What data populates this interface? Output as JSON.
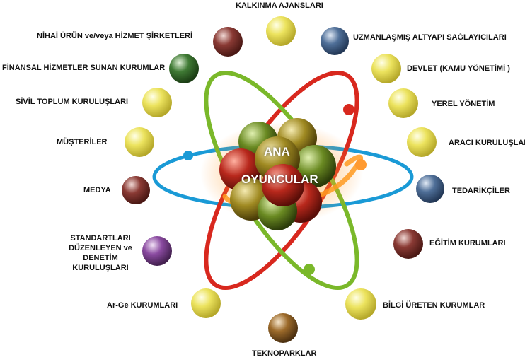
{
  "center": {
    "line1": "ANA",
    "line2": "OYUNCULAR"
  },
  "actors": [
    {
      "id": "kalkinma",
      "label": "KALKINMA AJANSLARI",
      "color": "#e8df5a"
    },
    {
      "id": "uzmanlasmis",
      "label": "UZMANLAŞMIŞ ALTYAPI SAĞLAYICILARI",
      "color": "#4a6a94"
    },
    {
      "id": "devlet",
      "label": "DEVLET  (KAMU YÖNETİMİ )",
      "color": "#e8df5a"
    },
    {
      "id": "yerel",
      "label": "YEREL YÖNETİM",
      "color": "#e8df5a"
    },
    {
      "id": "araci",
      "label": "ARACI KURULUŞLAR",
      "color": "#e8df5a"
    },
    {
      "id": "tedarikci",
      "label": "TEDARİKÇİLER",
      "color": "#4a6a94"
    },
    {
      "id": "egitim",
      "label": "EĞİTİM KURUMLARI",
      "color": "#8a3a34"
    },
    {
      "id": "bilgi",
      "label": "BİLGİ ÜRETEN KURUMLAR",
      "color": "#e8df5a"
    },
    {
      "id": "teknopark",
      "label": "TEKNOPARKLAR",
      "color": "#9c6a2a"
    },
    {
      "id": "arge",
      "label": "Ar-Ge KURUMLARI",
      "color": "#e8df5a"
    },
    {
      "id": "standart",
      "label": "STANDARTLARI DÜZENLEYEN ve DENETİM KURULUŞLARI",
      "color": "#8a4aa0"
    },
    {
      "id": "medya",
      "label": "MEDYA",
      "color": "#8a3a34"
    },
    {
      "id": "musteri",
      "label": "MÜŞTERİLER",
      "color": "#e8df5a"
    },
    {
      "id": "sivil",
      "label": "SİVİL TOPLUM KURULUŞLARI",
      "color": "#e8df5a"
    },
    {
      "id": "finansal",
      "label": "FİNANSAL HİZMETLER SUNAN KURUMLAR",
      "color": "#3f7a34"
    },
    {
      "id": "nihai",
      "label": "NİHAİ ÜRÜN ve/veya HİZMET ŞİRKETLERİ",
      "color": "#8a3a34"
    }
  ],
  "orbit_colors": {
    "blue": "#1a9ad6",
    "red": "#d8281e",
    "green": "#7ab82a"
  }
}
